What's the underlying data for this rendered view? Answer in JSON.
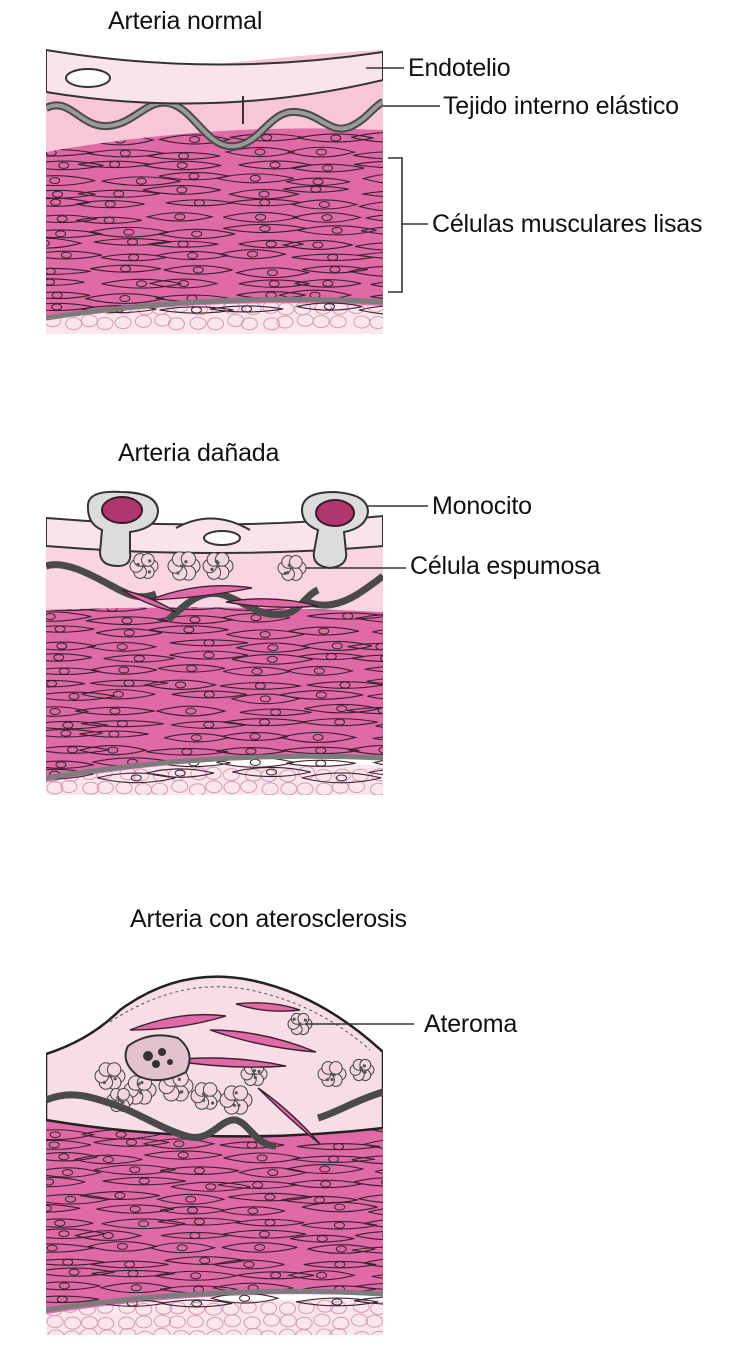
{
  "panels": [
    {
      "id": "normal",
      "title": "Arteria normal",
      "labels": [
        "Endotelio",
        "Tejido interno elástico",
        "Células musculares lisas"
      ]
    },
    {
      "id": "damaged",
      "title": "Arteria dañada",
      "labels": [
        "Monocito",
        "Célula espumosa"
      ]
    },
    {
      "id": "atherosclerosis",
      "title": "Arteria con aterosclerosis",
      "labels": [
        "Ateroma"
      ]
    }
  ],
  "colors": {
    "muscle": "#e06aa6",
    "muscle_line": "#3a2230",
    "endothelium": "#fbe3ea",
    "intima": "#f7c6d8",
    "elastic": "#7d7d7d",
    "foam_cell": "#f3d6df",
    "monocyte": "#dcdcdc",
    "monocyte_nucleus": "#b0366e",
    "adventitia": "#fbe6ee"
  }
}
